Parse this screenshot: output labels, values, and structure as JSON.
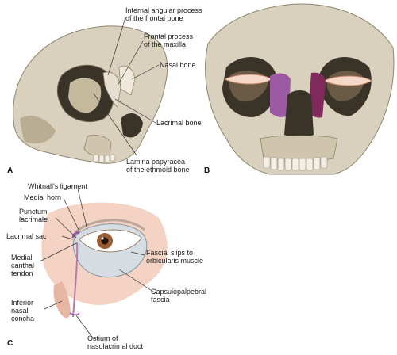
{
  "panels": {
    "a": {
      "letter": "A",
      "labels": {
        "internal_angular": "Internal angular process\nof the frontal bone",
        "frontal_process": "Frontal process\nof the maxilla",
        "nasal_bone": "Nasal bone",
        "lacrimal_bone": "Lacrimal bone",
        "lamina_papyracea": "Lamina papyracea\nof the ethmoid bone"
      }
    },
    "b": {
      "letter": "B"
    },
    "c": {
      "letter": "C",
      "labels": {
        "whitnall": "Whitnall's ligament",
        "medial_horn": "Medial horn",
        "punctum": "Punctum\nlacrimale",
        "lacrimal_sac": "Lacrimal sac",
        "medial_canthal": "Medial\ncanthal\ntendon",
        "inferior_concha": "Inferior\nnasal\nconcha",
        "ostium": "Ostium of\nnasolacrimal duct",
        "fascial_slips": "Fascial slips to\norbicularis muscle",
        "capsulopalpebral": "Capsulopalpebral\nfascia"
      }
    }
  },
  "colors": {
    "bone": "#d9d0bd",
    "bone_shadow": "#8f866f",
    "orbit_dark": "#3a3428",
    "purple": "#9b5aa3",
    "skin": "#f4d3c4",
    "iris": "#9a5a2e"
  }
}
